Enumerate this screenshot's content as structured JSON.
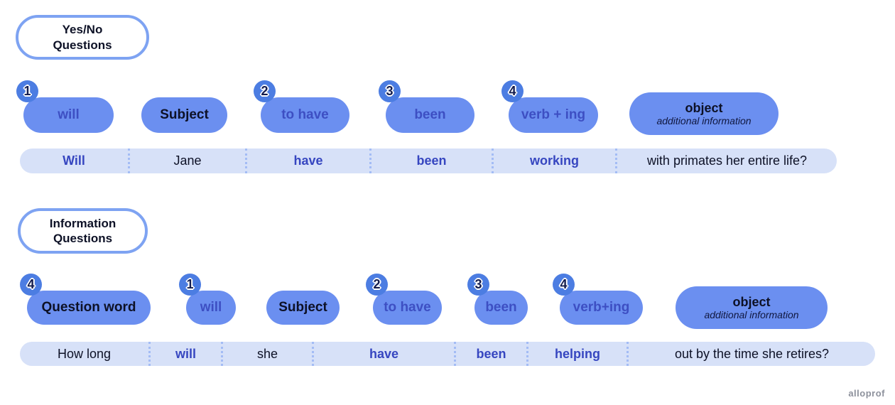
{
  "page": {
    "watermark": "alloprof"
  },
  "colors": {
    "pill_blue": "#6b8ff0",
    "badge_blue": "#4c7de2",
    "verb_text_blue": "#3d4fc3",
    "dark_text": "#0d1126",
    "row_background": "#d7e1f8",
    "row_divider": "#a3bcf5",
    "title_border": "#7ea3f2",
    "watermark_gray": "#8d919c"
  },
  "sections": [
    {
      "title": "Yes/No Questions",
      "pills": [
        {
          "badge": "1",
          "label": "will"
        },
        {
          "label": "Subject"
        },
        {
          "badge": "2",
          "label": "to have"
        },
        {
          "badge": "3",
          "label": "been"
        },
        {
          "badge": "4",
          "label": "verb + ing"
        },
        {
          "title": "object",
          "subtitle": "additional information"
        }
      ],
      "example": [
        "Will",
        "Jane",
        "have",
        "been",
        "working",
        "with primates her entire life?"
      ]
    },
    {
      "title": "Information Questions",
      "pills": [
        {
          "badge": "4",
          "label": "Question word"
        },
        {
          "badge": "1",
          "label": "will"
        },
        {
          "label": "Subject"
        },
        {
          "badge": "2",
          "label": "to have"
        },
        {
          "badge": "3",
          "label": "been"
        },
        {
          "badge": "4",
          "label": "verb+ing"
        },
        {
          "title": "object",
          "subtitle": "additional information"
        }
      ],
      "example": [
        "How long",
        "will",
        "she",
        "have",
        "been",
        "helping",
        "out by the time she retires?"
      ]
    }
  ]
}
